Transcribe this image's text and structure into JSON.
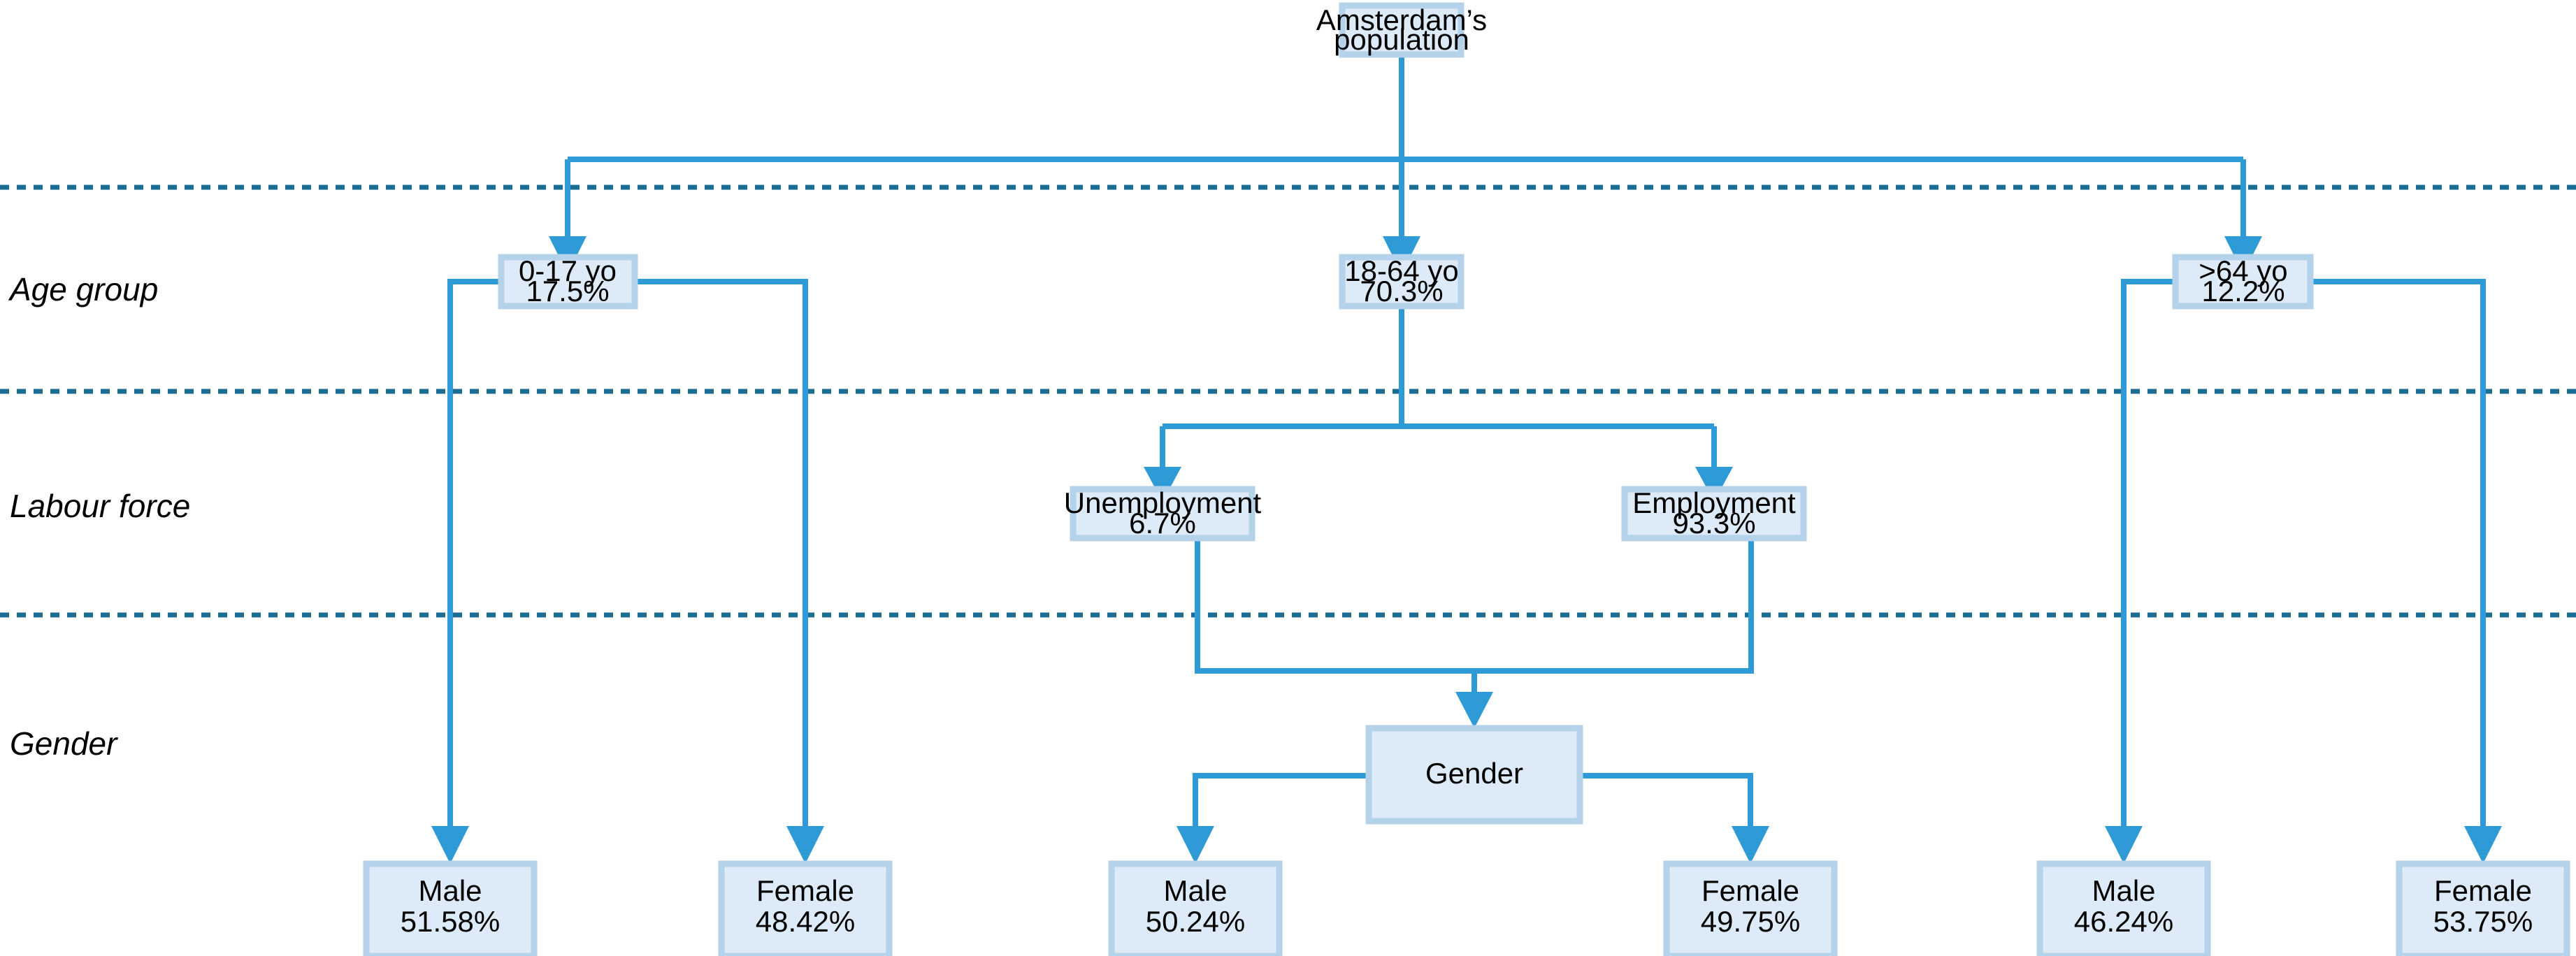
{
  "diagram": {
    "title": "Amsterdam population breakdown flowchart",
    "colors": {
      "node_fill": "#dcebf7",
      "node_border": "#b4d2ea",
      "connector": "#2e9bd6",
      "divider": "#1a6e96",
      "text": "#000000",
      "background": "#ffffff"
    }
  },
  "row_labels": [
    {
      "id": "age-group",
      "text": "Age group"
    },
    {
      "id": "labour-force",
      "text": "Labour force"
    },
    {
      "id": "gender",
      "text": "Gender"
    }
  ],
  "nodes": {
    "root": {
      "line1": "Amsterdam’s",
      "line2": "population"
    },
    "age": [
      {
        "id": "age-0-17",
        "line1": "0-17 yo",
        "line2": "17.5%"
      },
      {
        "id": "age-18-64",
        "line1": "18-64 yo",
        "line2": "70.3%"
      },
      {
        "id": "age-65up",
        "line1": ">64 yo",
        "line2": "12.2%"
      }
    ],
    "labour": [
      {
        "id": "unemployment",
        "line1": "Unemployment",
        "line2": "6.7%"
      },
      {
        "id": "employment",
        "line1": "Employment",
        "line2": "93.3%"
      }
    ],
    "gender_hub": {
      "id": "gender-hub",
      "line1": "Gender",
      "line2": ""
    },
    "gender_leaves": [
      {
        "id": "male-0-17",
        "line1": "Male",
        "line2": "51.58%"
      },
      {
        "id": "female-0-17",
        "line1": "Female",
        "line2": "48.42%"
      },
      {
        "id": "male-18-64",
        "line1": "Male",
        "line2": "50.24%"
      },
      {
        "id": "female-18-64",
        "line1": "Female",
        "line2": "49.75%"
      },
      {
        "id": "male-65up",
        "line1": "Male",
        "line2": "46.24%"
      },
      {
        "id": "female-65up",
        "line1": "Female",
        "line2": "53.75%"
      }
    ]
  },
  "chart_data": {
    "type": "diagram",
    "title": "Amsterdam’s population",
    "levels": [
      "Age group",
      "Labour force",
      "Gender"
    ],
    "hierarchy": [
      {
        "label": "Amsterdam’s population",
        "value": null,
        "unit": "%",
        "children": [
          {
            "label": "0-17 yo",
            "value": 17.5,
            "unit": "%",
            "children": [
              {
                "label": "Male",
                "value": 51.58,
                "unit": "%"
              },
              {
                "label": "Female",
                "value": 48.42,
                "unit": "%"
              }
            ]
          },
          {
            "label": "18-64 yo",
            "value": 70.3,
            "unit": "%",
            "children": [
              {
                "label": "Unemployment",
                "value": 6.7,
                "unit": "%"
              },
              {
                "label": "Employment",
                "value": 93.3,
                "unit": "%"
              },
              {
                "label": "Gender",
                "value": null,
                "unit": "%",
                "children": [
                  {
                    "label": "Male",
                    "value": 50.24,
                    "unit": "%"
                  },
                  {
                    "label": "Female",
                    "value": 49.75,
                    "unit": "%"
                  }
                ]
              }
            ]
          },
          {
            "label": ">64 yo",
            "value": 12.2,
            "unit": "%",
            "children": [
              {
                "label": "Male",
                "value": 46.24,
                "unit": "%"
              },
              {
                "label": "Female",
                "value": 53.75,
                "unit": "%"
              }
            ]
          }
        ]
      }
    ]
  }
}
